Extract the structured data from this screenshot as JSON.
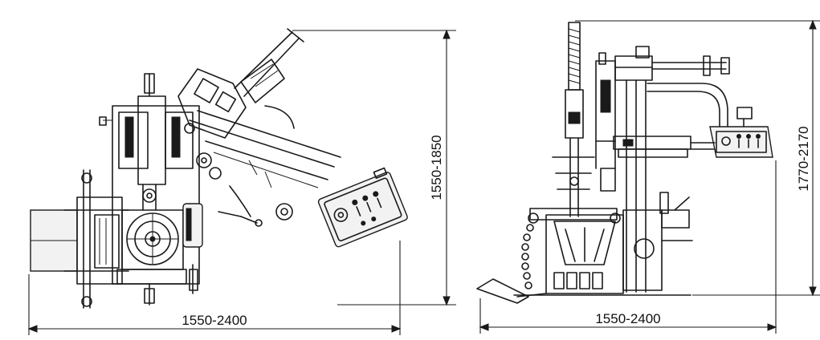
{
  "left_view": {
    "width_dimension": "1550-2400",
    "height_dimension": "1550-1850"
  },
  "right_view": {
    "width_dimension": "1550-2400",
    "height_dimension": "1770-2170"
  },
  "colors": {
    "line": "#1a1a1a",
    "background": "#ffffff"
  }
}
